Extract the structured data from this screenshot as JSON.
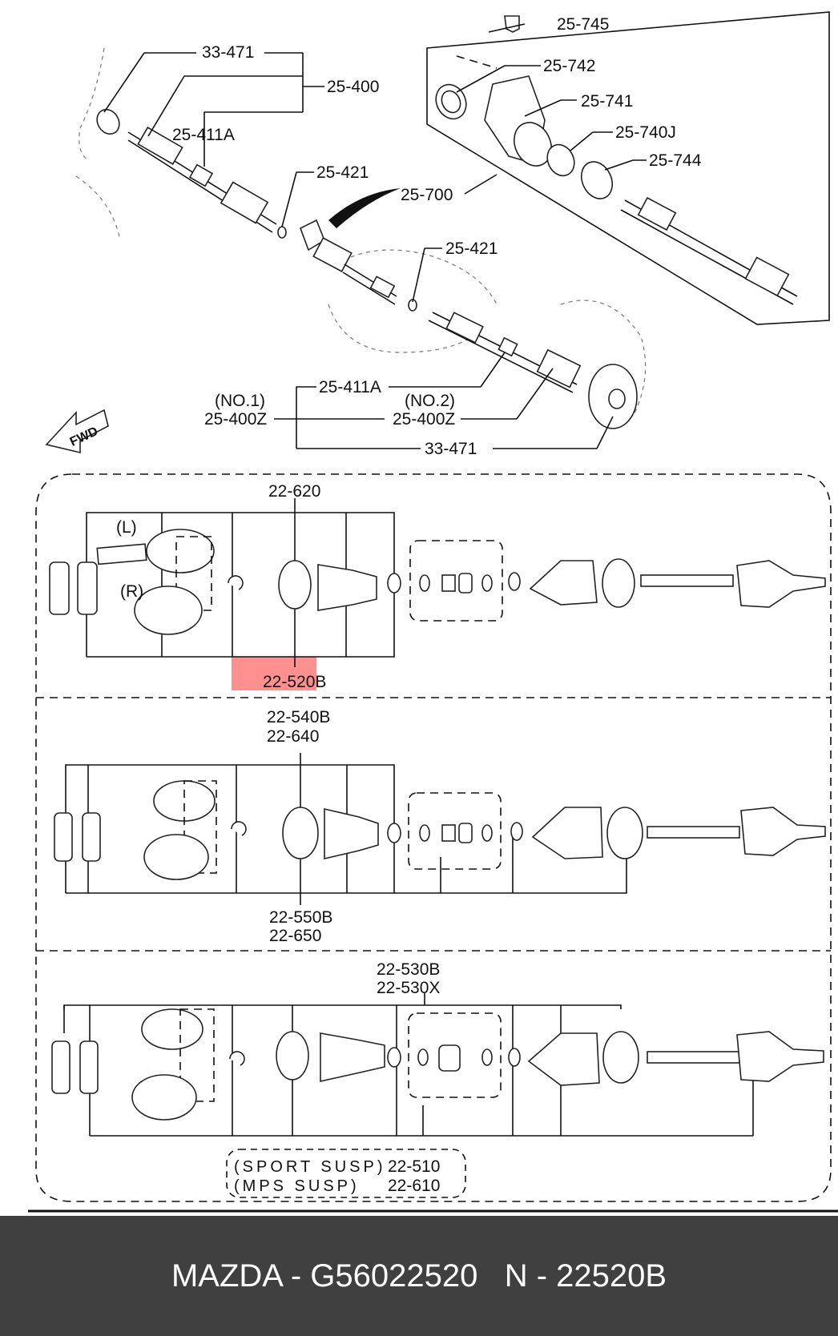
{
  "top_labels": {
    "l_33_471_a": "33-471",
    "l_25_400": "25-400",
    "l_25_411a_a": "25-411A",
    "l_25_421_a": "25-421",
    "l_25_745": "25-745",
    "l_25_742": "25-742",
    "l_25_741": "25-741",
    "l_25_740j": "25-740J",
    "l_25_744": "25-744",
    "l_25_700": "25-700",
    "l_25_421_b": "25-421",
    "l_25_411a_b": "25-411A",
    "l_no1": "(NO.1)",
    "l_25_400z_a": "25-400Z",
    "l_no2": "(NO.2)",
    "l_25_400z_b": "25-400Z",
    "l_33_471_b": "33-471",
    "fwd": "FWD"
  },
  "section1": {
    "label_top": "22-620",
    "label_bottom": "22-520B",
    "tag_left": "(L)",
    "tag_right": "(R)",
    "highlight_color": "#ff6b6b"
  },
  "section2": {
    "label_top_1": "22-540B",
    "label_top_2": "22-640",
    "label_bottom_1": "22-550B",
    "label_bottom_2": "22-650"
  },
  "section3": {
    "label_top_1": "22-530B",
    "label_top_2": "22-530X",
    "note_1_text": "(SPORT SUSP)",
    "note_1_part": "22-510",
    "note_2_text": "(MPS SUSP)",
    "note_2_part": "22-610"
  },
  "footer": {
    "caption": "MAZDA - G56022520   N - 22520B",
    "bar_color": "#404040"
  }
}
